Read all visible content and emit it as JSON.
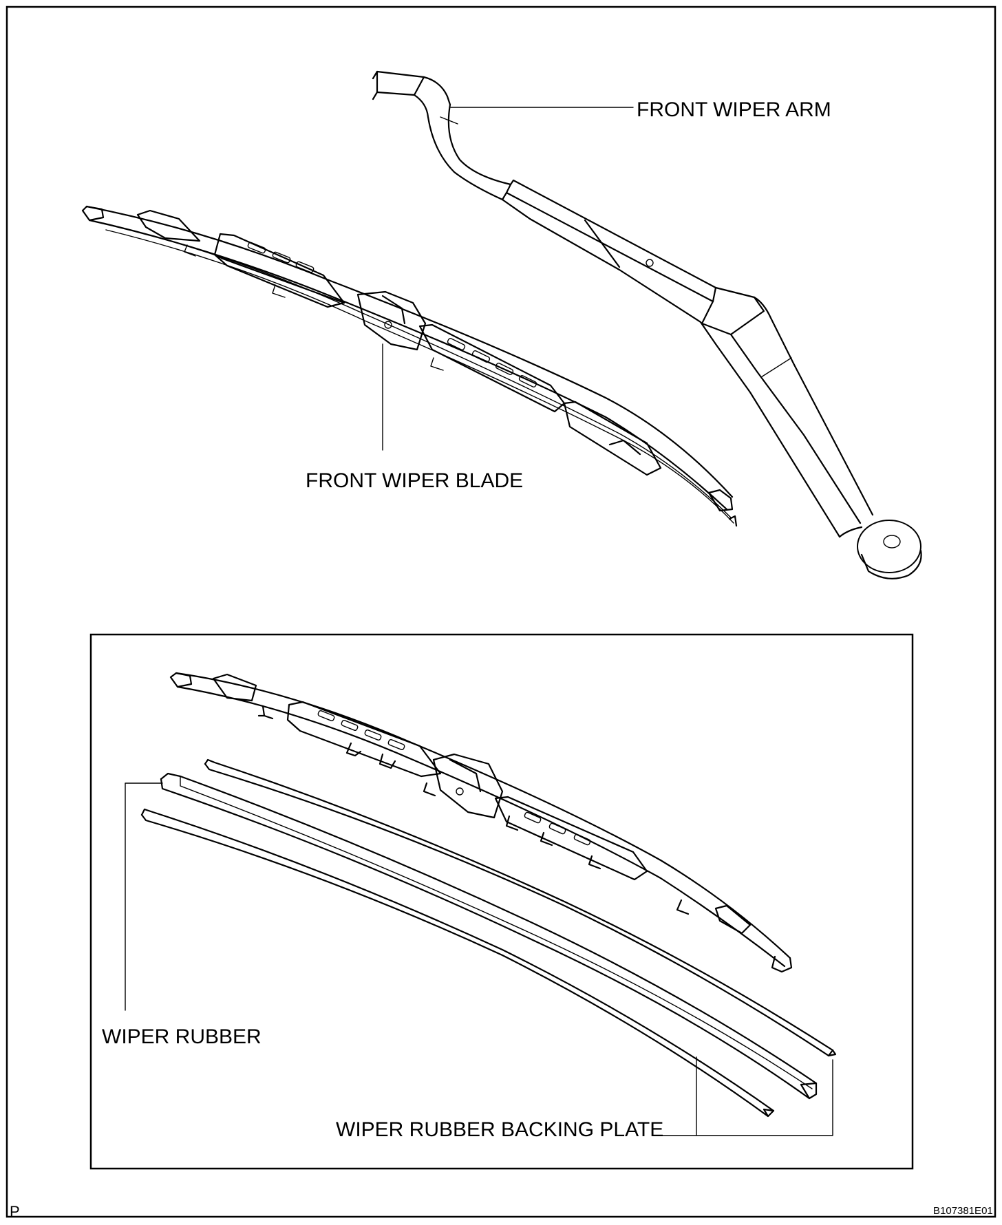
{
  "labels": {
    "front_wiper_arm": "FRONT WIPER ARM",
    "front_wiper_blade": "FRONT WIPER BLADE",
    "wiper_rubber": "WIPER RUBBER",
    "wiper_rubber_backing_plate": "WIPER RUBBER BACKING PLATE"
  },
  "corner_marker": "P",
  "figure_code": "B107381E01"
}
